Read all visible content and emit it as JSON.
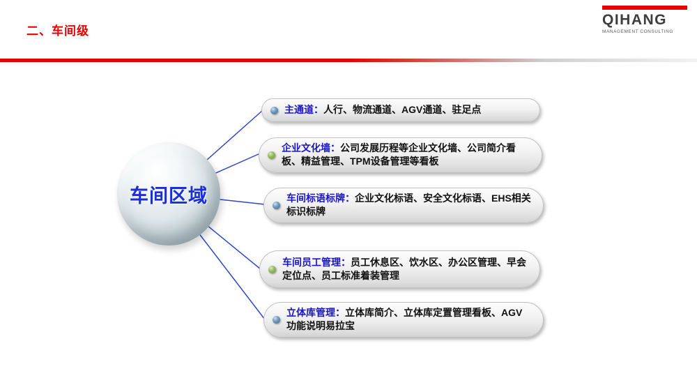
{
  "header": {
    "section_title": "二、车间级",
    "logo_text": "QIHANG",
    "logo_subtitle": "MANAGEMENT CONSULTING"
  },
  "diagram": {
    "center_label": "车间区域",
    "items": [
      {
        "label": "主通道：",
        "text": "人行、物流通道、AGV通道、驻足点",
        "bullet_color": "#41719c"
      },
      {
        "label": "企业文化墙：",
        "text": "公司发展历程等企业文化墙、公司简介看板、精益管理、TPM设备管理等看板",
        "bullet_color": "#6f9c35"
      },
      {
        "label": "车间标语标牌：",
        "text": "企业文化标语、安全文化标语、EHS相关标识标牌",
        "bullet_color": "#41719c"
      },
      {
        "label": "车间员工管理：",
        "text": "员工休息区、饮水区、办公区管理、早会定位点、员工标准着装管理",
        "bullet_color": "#6f9c35"
      },
      {
        "label": "立体库管理：",
        "text": "立体库简介、立体库定置管理看板、AGV功能说明易拉宝",
        "bullet_color": "#41719c"
      }
    ]
  },
  "colors": {
    "accent_red": "#e60000",
    "label_blue": "#1a16c8",
    "connector_blue": "#2b46cc",
    "center_label_blue": "#1c2ed8"
  }
}
